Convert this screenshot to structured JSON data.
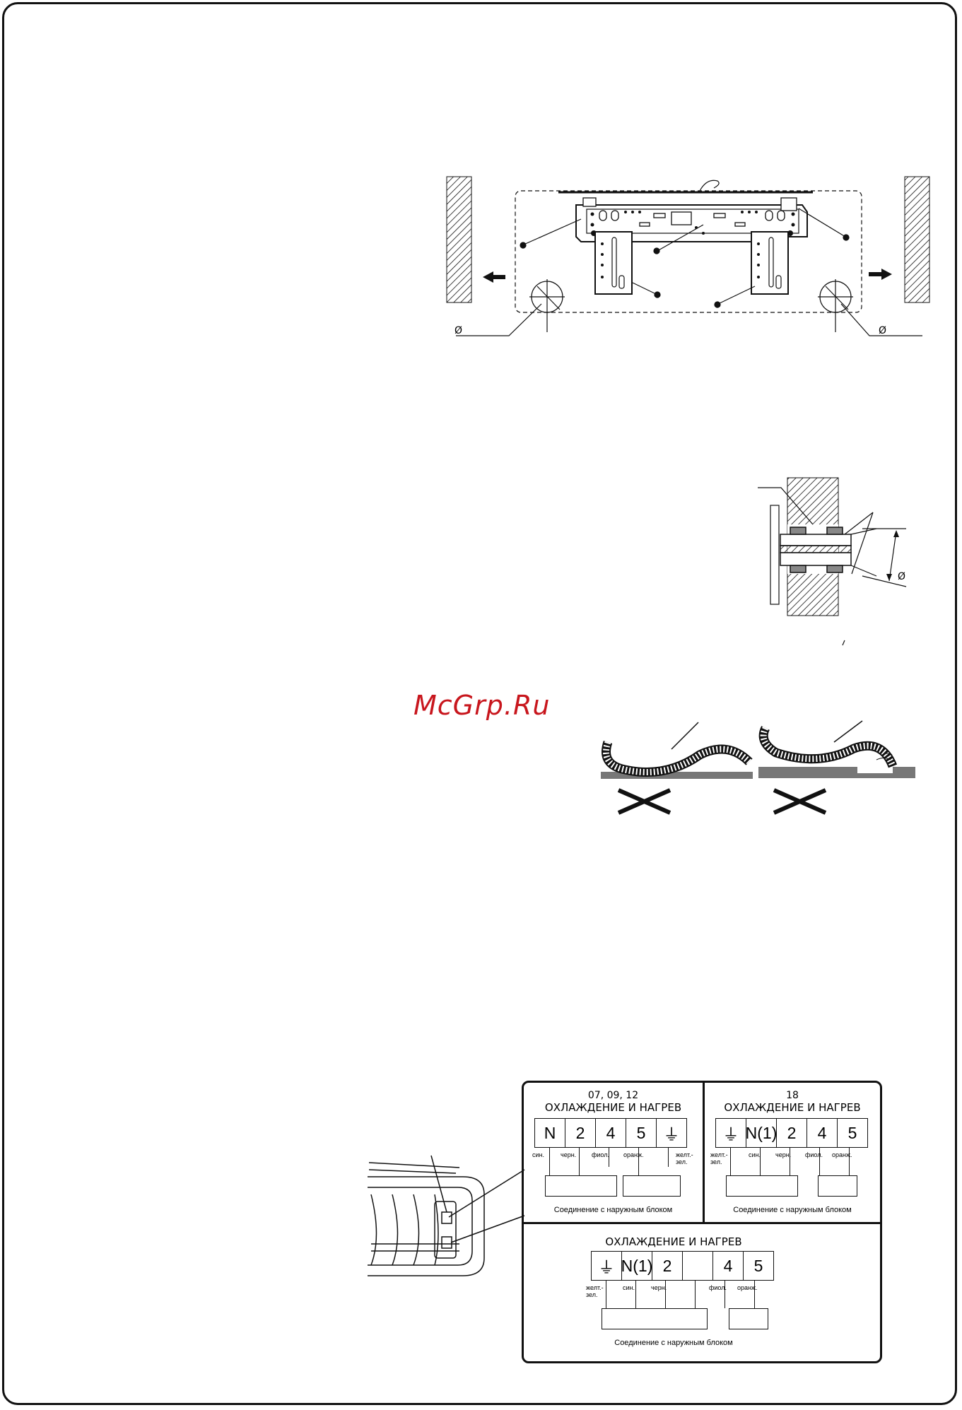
{
  "watermark": "McGrp.Ru",
  "figure_bracket": {
    "dia_left": "Ø",
    "dia_right": "Ø"
  },
  "figure_wall": {
    "dia": "Ø",
    "mark": "/"
  },
  "wiring": {
    "panel_a": {
      "model": "07, 09, 12",
      "mode": "ОХЛАЖДЕНИЕ И НАГРЕВ",
      "terminals": [
        "N",
        "2",
        "4",
        "5",
        "⏚"
      ],
      "wires": [
        "син.",
        "черн.",
        "фиол.",
        "оранж.",
        "желт.-\nзел."
      ],
      "connection": "Соединение с наружным блоком"
    },
    "panel_b": {
      "model": "18",
      "mode": "ОХЛАЖДЕНИЕ И НАГРЕВ",
      "terminals": [
        "⏚",
        "N(1)",
        "2",
        "4",
        "5"
      ],
      "wires": [
        "желт.-\nзел.",
        "син.",
        "черн.",
        "фиол.",
        "оранж."
      ],
      "connection": "Соединение с наружным блоком"
    },
    "panel_c": {
      "mode": "ОХЛАЖДЕНИЕ И НАГРЕВ",
      "terminals": [
        "⏚",
        "N(1)",
        "2",
        "",
        "4",
        "5"
      ],
      "wires": [
        "желт.-\nзел.",
        "син.",
        "черн.",
        "фиол.",
        "оранж."
      ],
      "connection": "Соединение с наружным блоком"
    }
  }
}
